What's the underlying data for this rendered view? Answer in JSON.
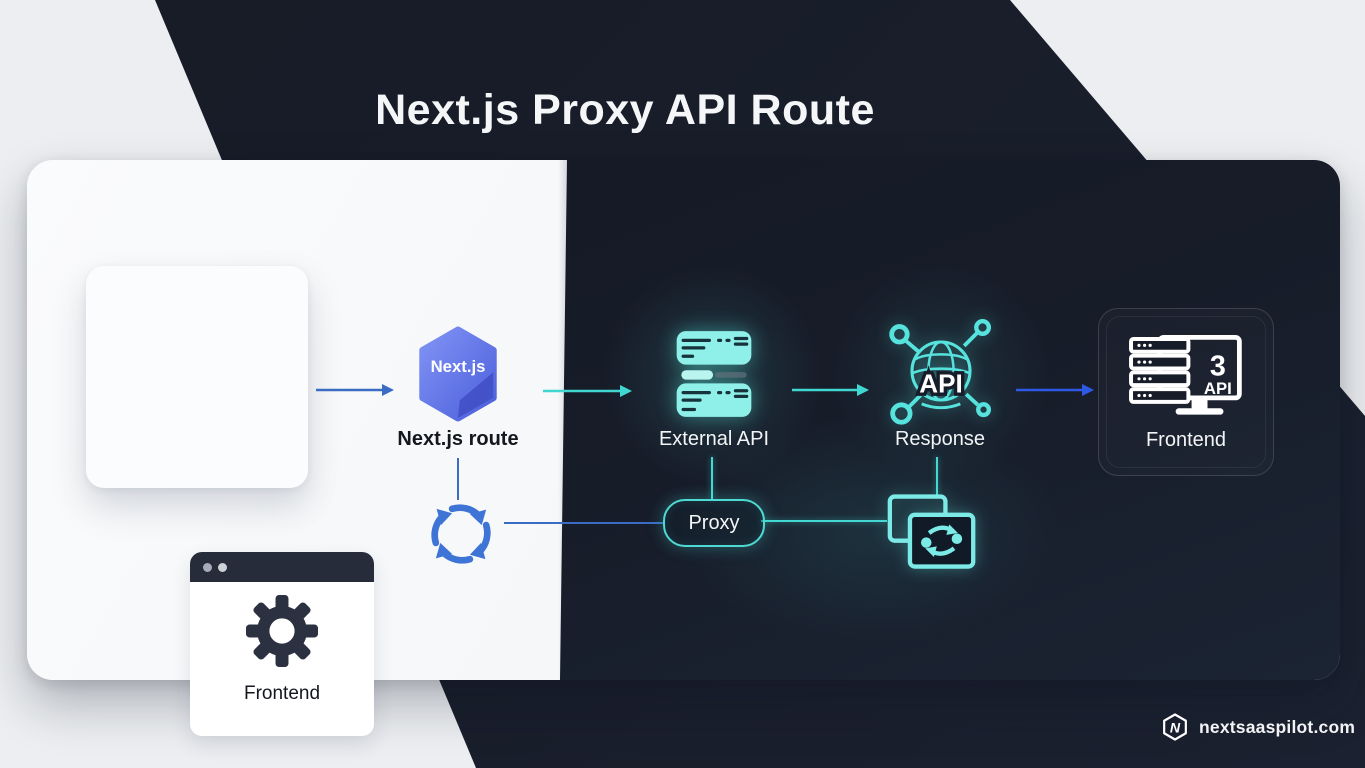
{
  "title": "Next.js Proxy API Route",
  "nodes": [
    {
      "id": "frontend-start",
      "label": "Frontend",
      "icon": "browser-gear-icon"
    },
    {
      "id": "nextjs-route",
      "label": "Next.js route",
      "icon": "nextjs-hexagon-icon",
      "badge": "Next.js"
    },
    {
      "id": "external-api",
      "label": "External API",
      "icon": "server-stack-icon"
    },
    {
      "id": "response",
      "label": "Response",
      "icon": "globe-network-icon",
      "badge": "API"
    },
    {
      "id": "frontend-end",
      "label": "Frontend",
      "icon": "monitor-server-icon",
      "badge_line1": "3",
      "badge_line2": "API"
    }
  ],
  "proxy_label": "Proxy",
  "connectors": [
    {
      "from": "frontend-start",
      "to": "nextjs-route",
      "style": "blue-arrow"
    },
    {
      "from": "nextjs-route",
      "to": "external-api",
      "style": "teal-arrow"
    },
    {
      "from": "external-api",
      "to": "response",
      "style": "teal-arrow"
    },
    {
      "from": "response",
      "to": "frontend-end",
      "style": "blue-arrow"
    },
    {
      "from": "nextjs-route",
      "to": "cycle-icon",
      "style": "blue-line"
    },
    {
      "from": "cycle-icon",
      "to": "proxy-pill",
      "style": "blue-line"
    },
    {
      "from": "external-api",
      "to": "proxy-pill",
      "style": "teal-line"
    },
    {
      "from": "proxy-pill",
      "to": "sync-icon",
      "style": "teal-line"
    },
    {
      "from": "response",
      "to": "sync-icon",
      "style": "teal-line"
    }
  ],
  "footer": {
    "domain": "nextsaaspilot.com",
    "logo": "hexagon-n-logo"
  },
  "colors": {
    "background_light": "#eceef1",
    "background_dark": "#191e2b",
    "card_light": "#f6f8fa",
    "card_dark": "#171c29",
    "teal_accent": "#4fd9d3",
    "teal_fill": "#8ff0e9",
    "blue_arrow": "#3a6cc4",
    "blue_bright": "#2e59e6",
    "nextjs_blue": "#5b6ee8",
    "icon_dark": "#2b3140"
  }
}
